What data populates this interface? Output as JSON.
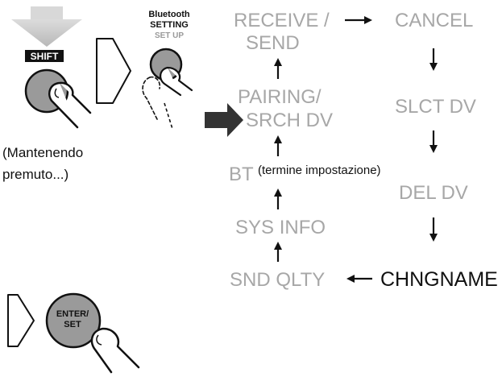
{
  "colors": {
    "menu_item": "#a7a7a7",
    "menu_item_active": "#111111",
    "text": "#111111",
    "button_fill": "#9a9a9a",
    "arrow": "#111111",
    "shift_arrow": "#c8c8c8",
    "indicator_arrow": "#333333"
  },
  "icons": {
    "down_arrow": "gray-down-arrow-icon",
    "chevron": "outline-chevron-icon",
    "finger": "pressing-finger-icon",
    "pointer": "dark-pointer-arrow-icon"
  },
  "left_panel": {
    "shift_label": "SHIFT",
    "hold_note_line1": "(Mantenendo",
    "hold_note_line2": "premuto...)",
    "bluetooth_line1": "Bluetooth",
    "bluetooth_line2": "SETTING",
    "bluetooth_line3": "SET UP",
    "enter_line1": "ENTER/",
    "enter_line2": "SET"
  },
  "menu": {
    "receive_send_line1": "RECEIVE /",
    "receive_send_line2": "SEND",
    "pairing_line1": "PAIRING/",
    "pairing_line2": "SRCH DV",
    "bt": "BT",
    "bt_note": "(termine impostazione)",
    "sys_info": "SYS INFO",
    "snd_qlty": "SND QLTY",
    "cancel": "CANCEL",
    "slct_dv": "SLCT DV",
    "del_dv": "DEL DV",
    "chngname": "CHNGNAME"
  }
}
